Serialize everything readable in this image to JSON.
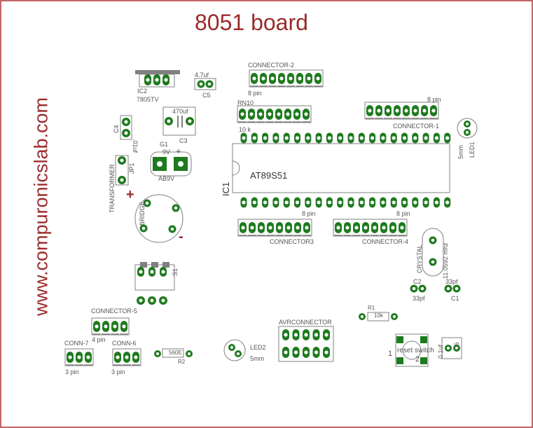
{
  "board": {
    "title": "8051 board",
    "website": "www.compuronicslab.com",
    "labels": {
      "ic2": "IC2",
      "regulator": "7805TV",
      "c5_value": "4.7uf",
      "c5": "C5",
      "c3_value": "470uf",
      "c3": "C3",
      "c4": "C4",
      "c4_value": ".01uf",
      "g1": "G1",
      "battery_volts": "9V",
      "battery_plus": "+",
      "battery_type": "AB9V",
      "jp1": "JP1",
      "transformer": "TRANSFORMER",
      "bridge": "BRIDGE",
      "bridge_plus": "+",
      "bridge_minus": "-",
      "connector2": "CONNECTOR-2",
      "connector2_pins": "8 pin",
      "rn10": "RN10",
      "rn10_value": "10 k",
      "connector1": "CONNECTOR-1",
      "connector1_pins": "8 pin",
      "led1": "LED1",
      "led1_size": "5mm",
      "ic1": "IC1",
      "mcu": "AT89S51",
      "connector3": "CONNECTOR3",
      "connector3_pins": "8 pin",
      "connector4": "CONNECTOR-4",
      "connector4_pins": "8 pin",
      "crystal": "CRYSTAL",
      "crystal_freq": "11.0592 mhz",
      "c2": "C2",
      "c2_value": "33pf",
      "c1": "C1",
      "c1_value": "33pf",
      "s1": "S1",
      "connector5": "CONNECTOR-5",
      "connector5_pins": "4 pin",
      "conn7": "CONN-7",
      "conn7_pins": "3 pin",
      "conn6": "CONN-6",
      "conn6_pins": "3 pin",
      "r2_value": "560E",
      "r2": "R2",
      "led2": "LED2",
      "led2_size": "5mm",
      "avr": "AVRCONNECTOR",
      "r1": "R1",
      "r1_value": "10k",
      "reset_switch": "reset switch",
      "pin1": "1",
      "pin2": "2",
      "c6": "C6",
      "c6_value": "0.1uf"
    }
  },
  "colors": {
    "pad": "#1e7a1e",
    "pad_hole": "#ffffff",
    "outline": "#808080",
    "title": "#9a2a2a",
    "border": "#b03030"
  }
}
